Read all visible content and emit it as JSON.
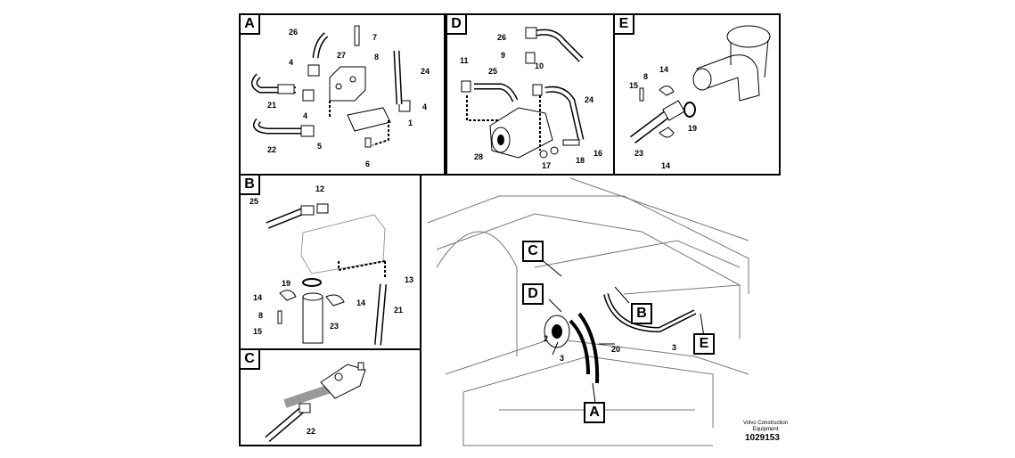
{
  "panels": {
    "A": {
      "label": "A",
      "parts": [
        "26",
        "7",
        "27",
        "4",
        "8",
        "24",
        "21",
        "4",
        "4",
        "22",
        "5",
        "1",
        "6"
      ]
    },
    "D": {
      "label": "D",
      "parts": [
        "26",
        "9",
        "10",
        "11",
        "25",
        "24",
        "28",
        "16",
        "17",
        "18"
      ]
    },
    "E": {
      "label": "E",
      "parts": [
        "15",
        "8",
        "14",
        "19",
        "23",
        "14"
      ]
    },
    "B": {
      "label": "B",
      "parts": [
        "25",
        "12",
        "19",
        "13",
        "14",
        "14",
        "8",
        "23",
        "21",
        "15"
      ]
    },
    "C": {
      "label": "C",
      "parts": [
        "22"
      ]
    }
  },
  "overview": {
    "callouts": [
      "C",
      "D",
      "B",
      "E",
      "A"
    ],
    "parts": [
      "2",
      "3",
      "20",
      "3"
    ]
  },
  "footer": {
    "line1": "Volvo Construction",
    "line2": "Equipment",
    "doc_number": "1029153"
  }
}
